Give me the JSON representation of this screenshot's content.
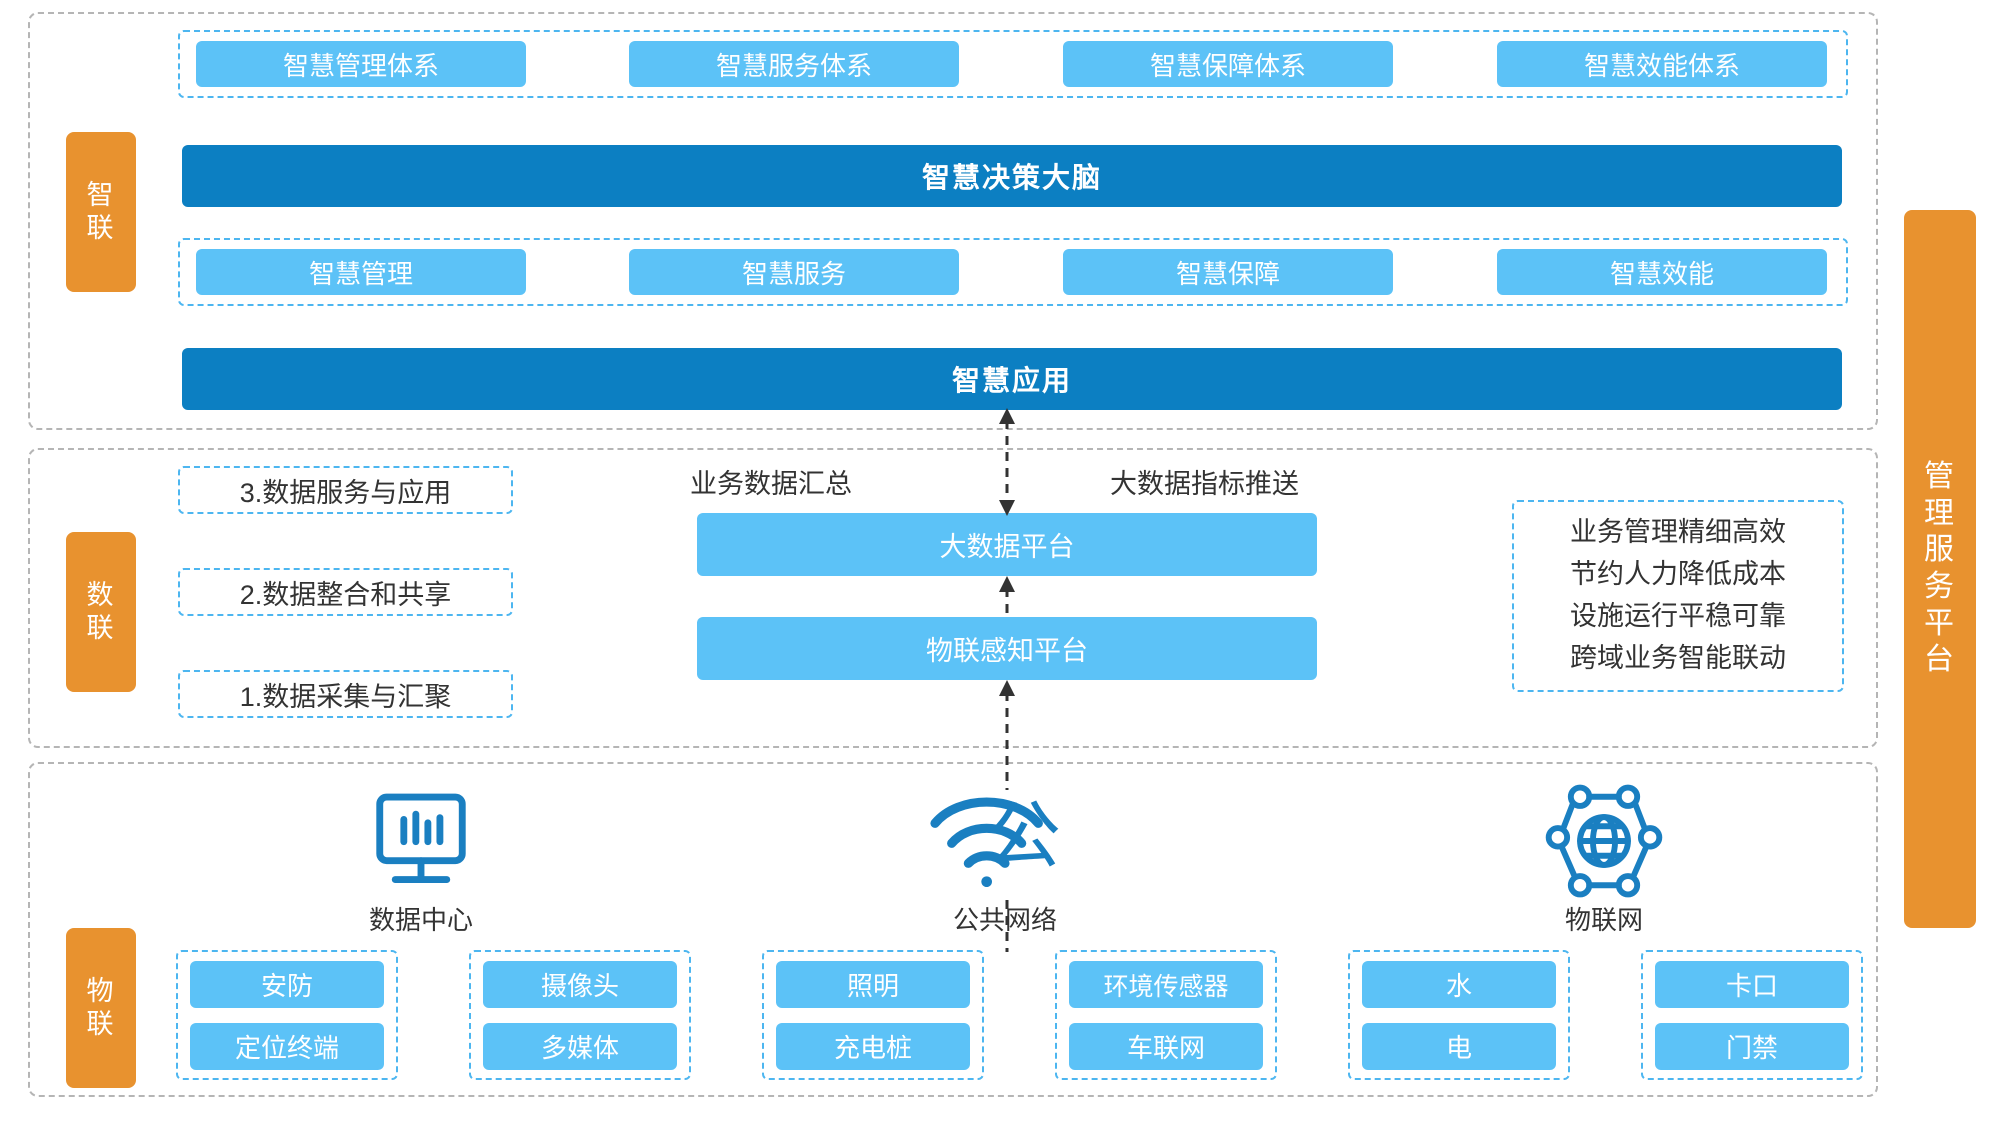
{
  "layers": {
    "smart": {
      "label": "智联"
    },
    "data": {
      "label": "数联"
    },
    "iot": {
      "label": "物联"
    }
  },
  "right_rail": {
    "label": "管理服务平台"
  },
  "smart_layer": {
    "systems": [
      {
        "label": "智慧管理体系"
      },
      {
        "label": "智慧服务体系"
      },
      {
        "label": "智慧保障体系"
      },
      {
        "label": "智慧效能体系"
      }
    ],
    "brain_bar": {
      "label": "智慧决策大脑"
    },
    "domains": [
      {
        "label": "智慧管理"
      },
      {
        "label": "智慧服务"
      },
      {
        "label": "智慧保障"
      },
      {
        "label": "智慧效能"
      }
    ],
    "app_bar": {
      "label": "智慧应用"
    }
  },
  "data_layer": {
    "steps": [
      {
        "label": "3.数据服务与应用"
      },
      {
        "label": "2.数据整合和共享"
      },
      {
        "label": "1.数据采集与汇聚"
      }
    ],
    "flow_left_label": "业务数据汇总",
    "flow_right_label": "大数据指标推送",
    "platforms": [
      {
        "label": "大数据平台"
      },
      {
        "label": "物联感知平台"
      }
    ],
    "benefits": [
      "业务管理精细高效",
      "节约人力降低成本",
      "设施运行平稳可靠",
      "跨域业务智能联动"
    ]
  },
  "iot_layer": {
    "nodes": [
      {
        "icon": "data-center-monitor-icon",
        "label": "数据中心"
      },
      {
        "icon": "public-network-wifi-icon",
        "label": "公共网络",
        "overlay_char": "公"
      },
      {
        "icon": "iot-globe-network-icon",
        "label": "物联网"
      }
    ],
    "device_groups": [
      {
        "items": [
          "安防",
          "定位终端"
        ]
      },
      {
        "items": [
          "摄像头",
          "多媒体"
        ]
      },
      {
        "items": [
          "照明",
          "充电桩"
        ]
      },
      {
        "items": [
          "环境传感器",
          "车联网"
        ]
      },
      {
        "items": [
          "水",
          "电"
        ]
      },
      {
        "items": [
          "卡口",
          "门禁"
        ]
      }
    ]
  },
  "colors": {
    "orange": "#e8922f",
    "chip_blue": "#5cc2f7",
    "bar_blue": "#0c7fc2",
    "dash_blue": "#4db6f0",
    "dash_gray": "#b5b5b5",
    "icon_blue": "#1a7fc1"
  }
}
